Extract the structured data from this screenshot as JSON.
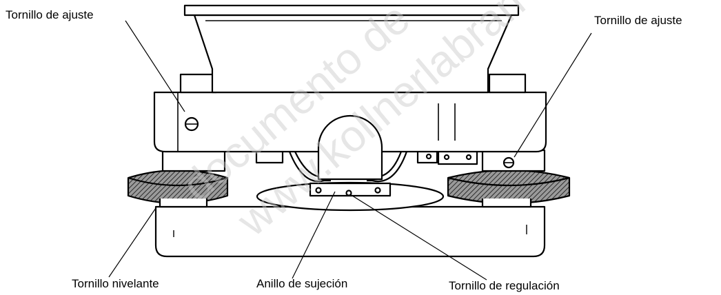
{
  "labels": {
    "top_left": "Tornillo de ajuste",
    "top_right": "Tornillo de ajuste",
    "bottom_left": "Tornillo nivelante",
    "bottom_center": "Anillo de sujeción",
    "bottom_right": "Tornillo de regulación"
  },
  "watermark": {
    "line1": "documento de",
    "line2": "www.kollnerlabran"
  },
  "colors": {
    "ink": "#000000",
    "knurl": "#777777",
    "watermark": "#c8c8c8"
  }
}
